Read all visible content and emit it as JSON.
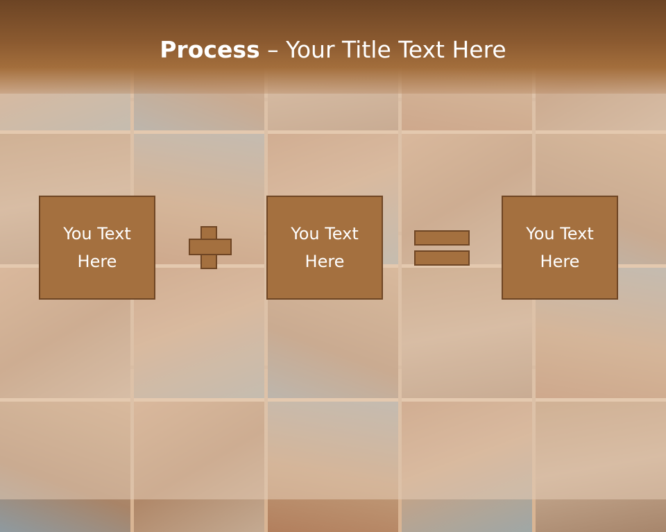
{
  "slide": {
    "title_bold": "Process",
    "title_rest": " – Your Title Text Here",
    "boxes": [
      {
        "line1": "You Text",
        "line2": "Here"
      },
      {
        "line1": "You Text",
        "line2": "Here"
      },
      {
        "line1": "You Text",
        "line2": "Here"
      }
    ],
    "colors": {
      "header": "#8b5a30",
      "box_fill": "#a4703f",
      "box_border": "#6e4524",
      "text": "#ffffff"
    },
    "icons": [
      "plus-icon",
      "equals-icon"
    ]
  }
}
